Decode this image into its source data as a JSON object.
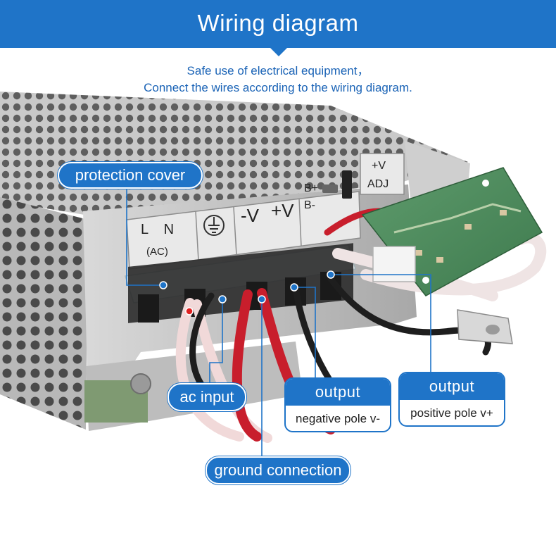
{
  "header": {
    "title": "Wiring diagram"
  },
  "subtitle": {
    "line1": "Safe use of electrical equipment，",
    "line2": "Connect the wires according to the wiring diagram."
  },
  "terminal_markings": {
    "ln": "L    N",
    "ac": "(AC)",
    "minus_v": "-V",
    "plus_v": "+V",
    "b_plus": "B+",
    "b_minus": "B-",
    "adj_top": "+V",
    "adj_bottom": "ADJ"
  },
  "callouts": {
    "protection_cover": "protection cover",
    "ac_input": "ac input",
    "ground_connection": "ground connection",
    "output_negative": {
      "title": "output",
      "detail": "negative pole v-"
    },
    "output_positive": {
      "title": "output",
      "detail": "positive pole v+"
    }
  },
  "colors": {
    "accent_blue": "#1f74c8",
    "marker_red": "#e02020"
  }
}
